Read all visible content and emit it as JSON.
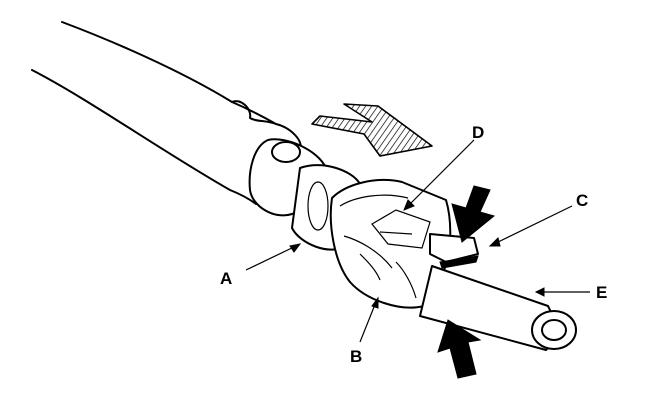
{
  "diagram": {
    "callouts": {
      "A": "A",
      "B": "B",
      "C": "C",
      "D": "D",
      "E": "E"
    }
  }
}
